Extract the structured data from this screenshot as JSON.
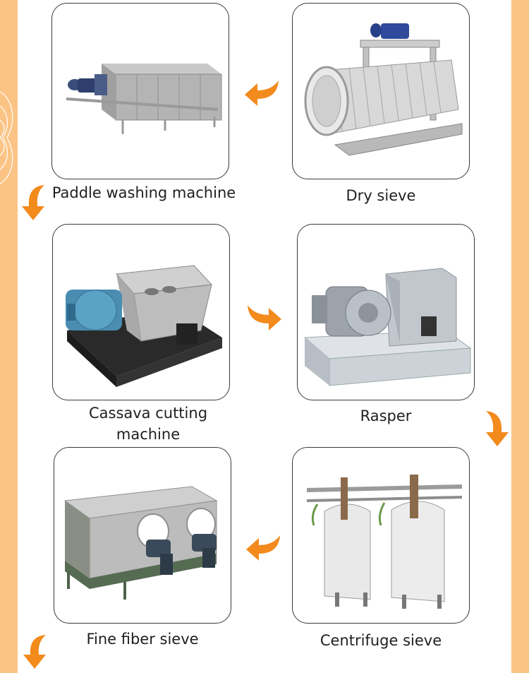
{
  "theme": {
    "accent": "#f38a1c",
    "side_stripe": "#fbc485",
    "card_border": "#3a3a3a"
  },
  "steps": [
    {
      "label": "Paddle washing machine",
      "icon": "paddle-washer-image"
    },
    {
      "label": "Dry sieve",
      "icon": "drum-sieve-image"
    },
    {
      "label": "Cassava cutting machine",
      "label_line1": "Cassava cutting",
      "label_line2": "machine",
      "icon": "cutter-image"
    },
    {
      "label": "Rasper",
      "icon": "rasper-image"
    },
    {
      "label": "Fine fiber sieve",
      "icon": "fiber-sieve-image"
    },
    {
      "label": "Centrifuge sieve",
      "icon": "centrifuge-image"
    }
  ],
  "arrows": [
    "curved-arrow-left",
    "curved-arrow-down",
    "curved-arrow-right",
    "curved-arrow-down",
    "curved-arrow-left",
    "curved-arrow-down"
  ]
}
